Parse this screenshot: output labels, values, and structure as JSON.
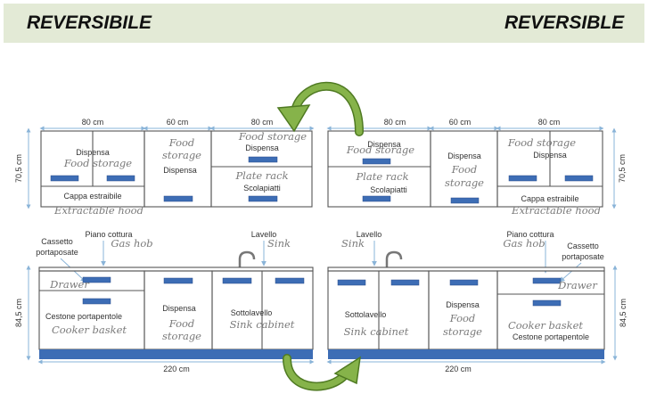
{
  "banner": {
    "left_title": "REVERSIBILE",
    "right_title": "REVERSIBLE"
  },
  "colors": {
    "banner_bg": "#e3ead6",
    "handle": "#3d6db5",
    "plinth": "#3d6db5",
    "arrow": "#79a33a",
    "dimension_line": "#8ab4d8",
    "outline": "#555555"
  },
  "left_kitchen": {
    "upper": {
      "widths": [
        "80 cm",
        "60 cm",
        "80 cm"
      ],
      "height": "70,5 cm",
      "dispensa_1": "Dispensa",
      "food_storage_1": "Food storage",
      "cappa": "Cappa estraibile",
      "extractable_hood": "Extractable hood",
      "food_2_line1": "Food",
      "food_2_line2": "storage",
      "dispensa_2": "Dispensa",
      "food_storage_3": "Food storage",
      "dispensa_3": "Dispensa",
      "plate_rack": "Plate rack",
      "scolapiatti": "Scolapiatti"
    },
    "lower": {
      "width": "220 cm",
      "height": "84,5 cm",
      "cassetto_line1": "Cassetto",
      "cassetto_line2": "portaposate",
      "piano_cottura": "Piano cottura",
      "gas_hob": "Gas hob",
      "lavello": "Lavello",
      "sink": "Sink",
      "drawer": "Drawer",
      "cestone": "Cestone portapentole",
      "cooker_basket": "Cooker basket",
      "dispensa": "Dispensa",
      "food_line1": "Food",
      "food_line2": "storage",
      "sottolavello": "Sottolavello",
      "sink_cabinet": "Sink cabinet"
    }
  },
  "right_kitchen": {
    "upper": {
      "widths": [
        "80 cm",
        "60 cm",
        "80 cm"
      ],
      "height": "70,5 cm",
      "dispensa_1": "Dispensa",
      "food_storage_1": "Food storage",
      "plate_rack": "Plate rack",
      "scolapiatti": "Scolapiatti",
      "dispensa_2": "Dispensa",
      "food_2_line1": "Food",
      "food_2_line2": "storage",
      "food_storage_3": "Food storage",
      "dispensa_3": "Dispensa",
      "cappa": "Cappa estraibile",
      "extractable_hood": "Extractable hood"
    },
    "lower": {
      "width": "220 cm",
      "height": "84,5 cm",
      "lavello": "Lavello",
      "sink": "Sink",
      "piano_cottura": "Piano cottura",
      "gas_hob": "Gas hob",
      "cassetto_line1": "Cassetto",
      "cassetto_line2": "portaposate",
      "sottolavello": "Sottolavello",
      "sink_cabinet": "Sink cabinet",
      "dispensa": "Dispensa",
      "food_line1": "Food",
      "food_line2": "storage",
      "cooker_basket": "Cooker basket",
      "cestone": "Cestone portapentole",
      "drawer": "Drawer"
    }
  }
}
